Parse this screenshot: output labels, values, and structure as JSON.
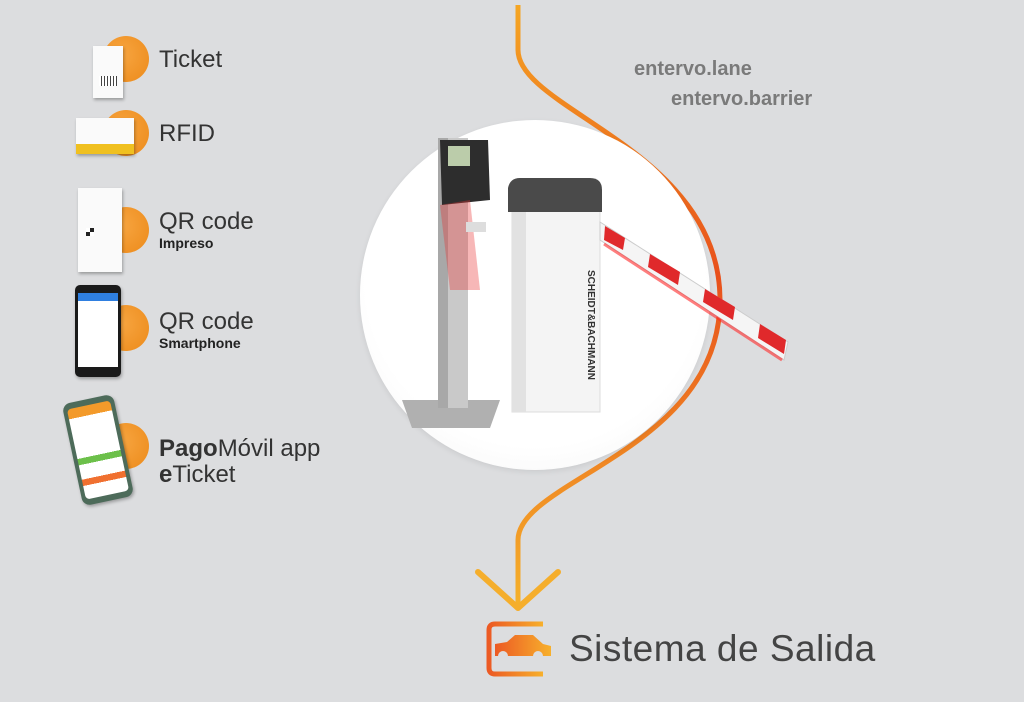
{
  "media_items": [
    {
      "label": "Ticket",
      "sublabel": "",
      "icon": "paper-ticket-icon"
    },
    {
      "label": "RFID",
      "sublabel": "",
      "icon": "rfid-card-icon"
    },
    {
      "label": "QR code",
      "sublabel": "Impreso",
      "icon": "printed-qr-icon"
    },
    {
      "label": "QR code",
      "sublabel": "Smartphone",
      "icon": "smartphone-qr-icon"
    },
    {
      "label_bold": "Pago",
      "label_rest": "Móvil app",
      "line2_bold": "e",
      "line2_rest": "Ticket",
      "icon": "pagomovil-phone-icon"
    }
  ],
  "products": {
    "lane": "entervo.lane",
    "barrier": "entervo.barrier"
  },
  "brand_on_barrier": "SCHEIDT&BACHMANN",
  "footer": {
    "title": "Sistema de Salida",
    "icon": "car-exit-icon"
  },
  "colors": {
    "background": "#dcdddf",
    "accent_orange": "#ec8a1a",
    "flow_line_top": "#f5a623",
    "flow_line_mid": "#e8501c",
    "barrier_red": "#e0292b"
  }
}
